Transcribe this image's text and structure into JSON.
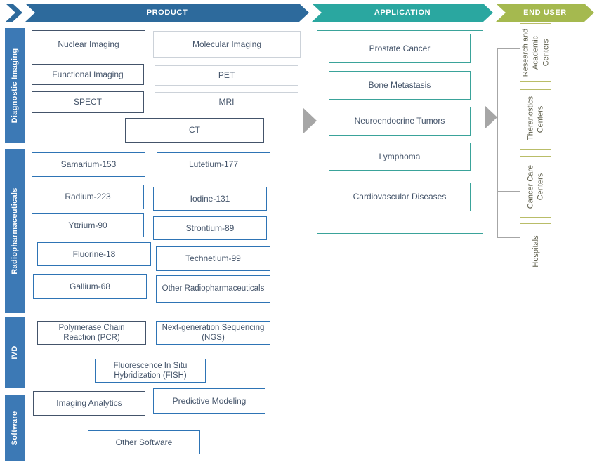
{
  "header": {
    "product": "PRODUCT",
    "application": "APPLICATION",
    "end_user": "END USER"
  },
  "product": {
    "sections": [
      {
        "label": "Diagnostic Imaging",
        "boxes": [
          "Nuclear Imaging",
          "Molecular Imaging",
          "Functional Imaging",
          "PET",
          "SPECT",
          "MRI",
          "CT"
        ]
      },
      {
        "label": "Radiopharmaceuticals",
        "boxes": [
          "Samarium-153",
          "Lutetium-177",
          "Radium-223",
          "Iodine-131",
          "Yttrium-90",
          "Strontium-89",
          "Fluorine-18",
          "Technetium-99",
          "Gallium-68",
          "Other Radiopharmaceuticals"
        ]
      },
      {
        "label": "IVD",
        "boxes": [
          "Polymerase Chain Reaction (PCR)",
          "Next-generation Sequencing (NGS)",
          "Fluorescence In Situ Hybridization (FISH)"
        ]
      },
      {
        "label": "Software",
        "boxes": [
          "Imaging Analytics",
          "Predictive Modeling",
          "Other Software"
        ]
      }
    ]
  },
  "application": {
    "items": [
      "Prostate Cancer",
      "Bone Metastasis",
      "Neuroendocrine Tumors",
      "Lymphoma",
      "Cardiovascular Diseases"
    ]
  },
  "end_user": {
    "items": [
      "Research and Academic Centers",
      "Theranostics Centers",
      "Cancer Care Centers",
      "Hospitals"
    ]
  },
  "colors": {
    "product_band": "#2d6a9c",
    "application_band": "#2aa7a0",
    "end_user_band": "#a5b94f",
    "sidebar": "#3c79b5",
    "box_border_dark": "#44546a",
    "box_border_light": "#ccd2d9",
    "box_border_medium": "#2e74b5",
    "application_border": "#3aa39a",
    "end_user_border": "#b9bd68",
    "connector_gray": "#a6a6a6",
    "box_text": "#44546a"
  }
}
